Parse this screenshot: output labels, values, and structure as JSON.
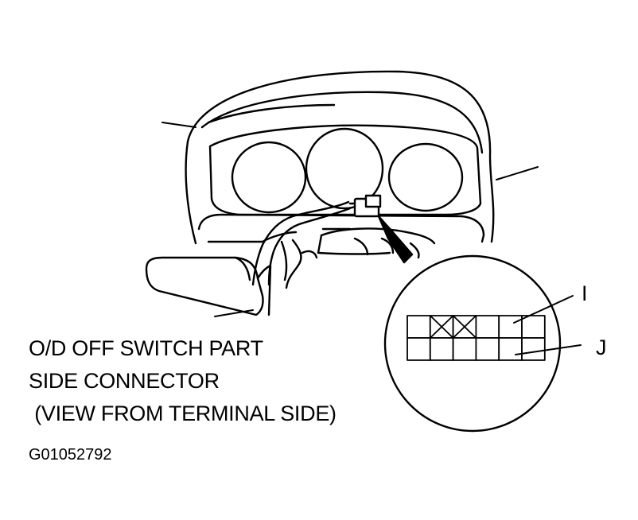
{
  "caption": {
    "line1": "O/D OFF SWITCH PART",
    "line2": "SIDE CONNECTOR",
    "line3": " (VIEW FROM TERMINAL SIDE)"
  },
  "callouts": {
    "i": "I",
    "j": "J"
  },
  "figure_id": "G01052792",
  "connector": {
    "rows": 2,
    "columns": 6,
    "crossed_cells": [
      [
        0,
        1
      ],
      [
        0,
        2
      ]
    ]
  },
  "colors": {
    "ink": "#000000",
    "paper": "#ffffff"
  }
}
